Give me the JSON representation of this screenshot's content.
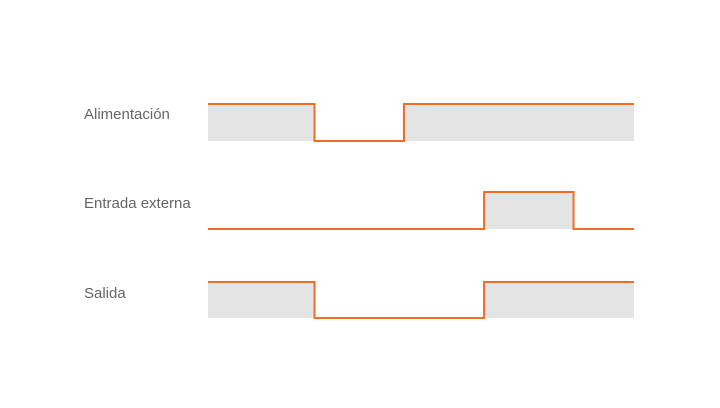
{
  "colors": {
    "signal": "#f26d21",
    "fill": "#e4e4e4",
    "label": "#666666"
  },
  "signals": [
    {
      "label": "Alimentación",
      "pulses": [
        [
          0.0,
          0.25
        ],
        [
          0.46,
          1.0
        ]
      ]
    },
    {
      "label": "Entrada externa",
      "pulses": [
        [
          0.648,
          0.858
        ]
      ]
    },
    {
      "label": "Salida",
      "pulses": [
        [
          0.0,
          0.25
        ],
        [
          0.648,
          1.0
        ]
      ]
    }
  ]
}
